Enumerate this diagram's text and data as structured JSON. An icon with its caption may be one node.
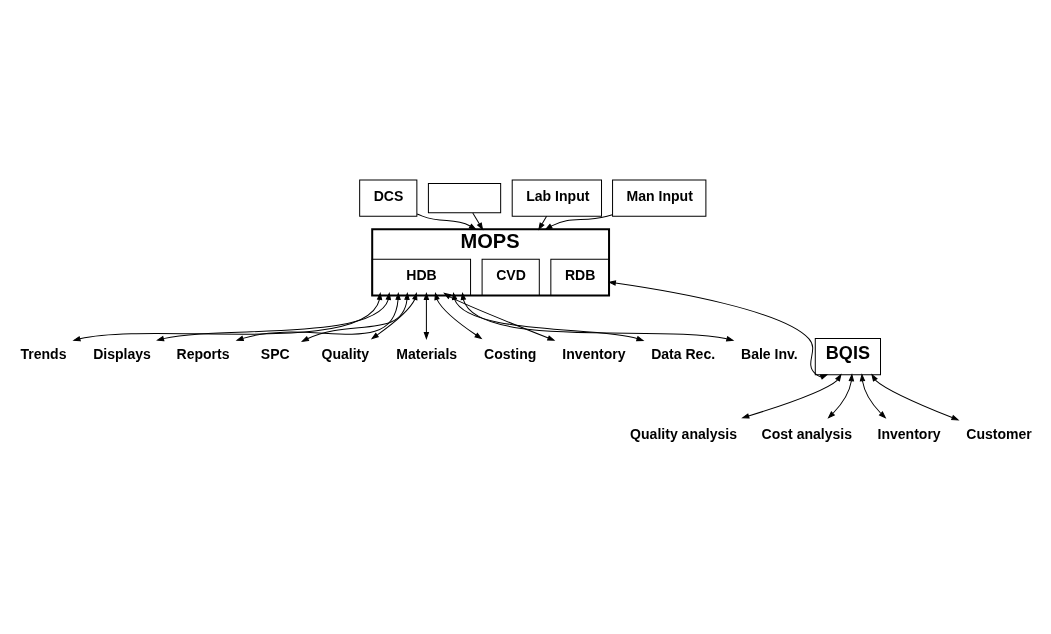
{
  "diagram": {
    "nodes": [
      {
        "text": [
          "DCS"
        ]
      },
      {
        "text": [],
        "shape": "box"
      },
      {
        "text": [
          "Lab Input"
        ]
      },
      {
        "text": [
          "Man Input"
        ]
      },
      {
        "text": [
          "MOPS"
        ]
      },
      {
        "text": [
          "HDB"
        ],
        "in": 4
      },
      {
        "text": [
          "CVD"
        ],
        "in": 4
      },
      {
        "text": [
          "RDB"
        ],
        "in": 4
      },
      {
        "text": [
          "BQIS"
        ]
      },
      {
        "text": [
          "Trends"
        ]
      },
      {
        "text": [
          "Displays"
        ]
      },
      {
        "text": [
          "Reports"
        ]
      },
      {
        "text": [
          "SPC"
        ]
      },
      {
        "text": [
          "Quality"
        ]
      },
      {
        "text": [
          "Materials"
        ]
      },
      {
        "text": [
          "Costing"
        ]
      },
      {
        "text": [
          "Inventory"
        ]
      },
      {
        "text": [
          "Data Rec."
        ]
      },
      {
        "text": [
          "Bale Inv."
        ]
      },
      {
        "text": [
          "Quality analysis"
        ]
      },
      {
        "text": [
          "Cost analysis"
        ]
      },
      {
        "text": [
          "Inventory"
        ]
      },
      {
        "text": [
          "Customer"
        ]
      }
    ],
    "edges": [
      {
        "from": 0,
        "to": 4,
        "arrow": "to"
      },
      {
        "from": 1,
        "to": 4,
        "arrow": "to"
      },
      {
        "from": 2,
        "to": 4,
        "arrow": "to"
      },
      {
        "from": 3,
        "to": 4,
        "arrow": "to"
      },
      {
        "from": 7,
        "to": 8,
        "arrow": "both"
      },
      {
        "from": 5,
        "to": 9,
        "arrow": "both"
      },
      {
        "from": 5,
        "to": 10,
        "arrow": "both"
      },
      {
        "from": 5,
        "to": 11,
        "arrow": "both"
      },
      {
        "from": 5,
        "to": 12,
        "arrow": "both"
      },
      {
        "from": 5,
        "to": 13,
        "arrow": "both"
      },
      {
        "from": 5,
        "to": 14,
        "arrow": "both"
      },
      {
        "from": 5,
        "to": 15,
        "arrow": "both"
      },
      {
        "from": 5,
        "to": 16,
        "arrow": "both"
      },
      {
        "from": 5,
        "to": 17,
        "arrow": "both"
      },
      {
        "from": 5,
        "to": 18,
        "arrow": "both"
      },
      {
        "from": 8,
        "to": 19,
        "arrow": "both"
      },
      {
        "from": 8,
        "to": 20,
        "arrow": "both"
      },
      {
        "from": 8,
        "to": 21,
        "arrow": "both"
      },
      {
        "from": 8,
        "to": 22,
        "arrow": "both"
      }
    ]
  }
}
